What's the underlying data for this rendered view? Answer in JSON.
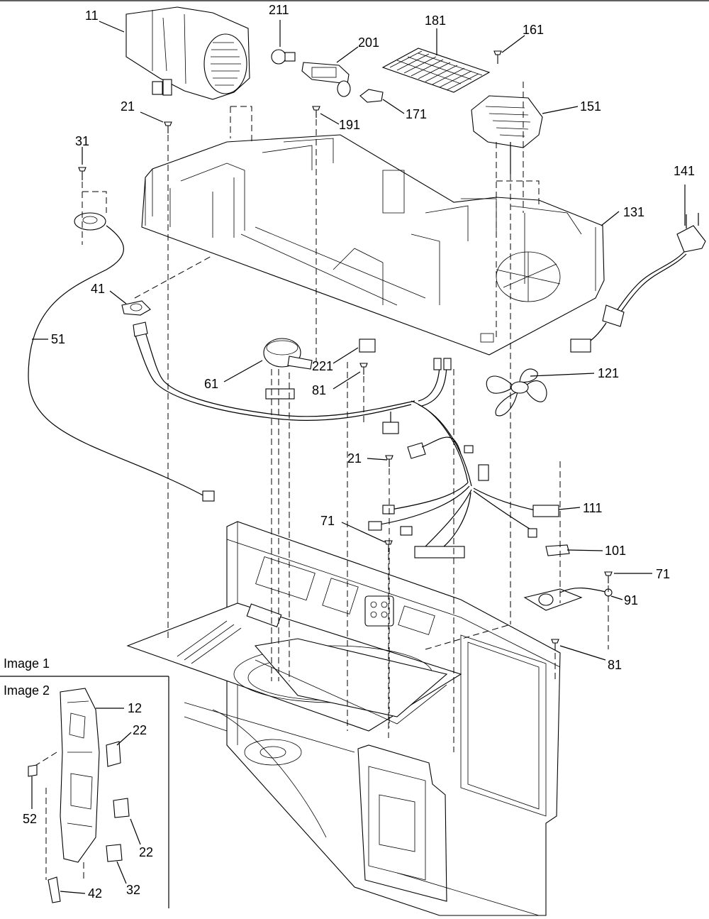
{
  "diagram": {
    "inset_titles": [
      "Image 1",
      "Image 2"
    ],
    "part_labels": [
      "11",
      "211",
      "201",
      "181",
      "161",
      "21",
      "191",
      "171",
      "151",
      "31",
      "141",
      "131",
      "41",
      "51",
      "221",
      "61",
      "81",
      "121",
      "21",
      "111",
      "71",
      "101",
      "71",
      "91",
      "81",
      "12",
      "22",
      "52",
      "22",
      "32",
      "42"
    ]
  }
}
